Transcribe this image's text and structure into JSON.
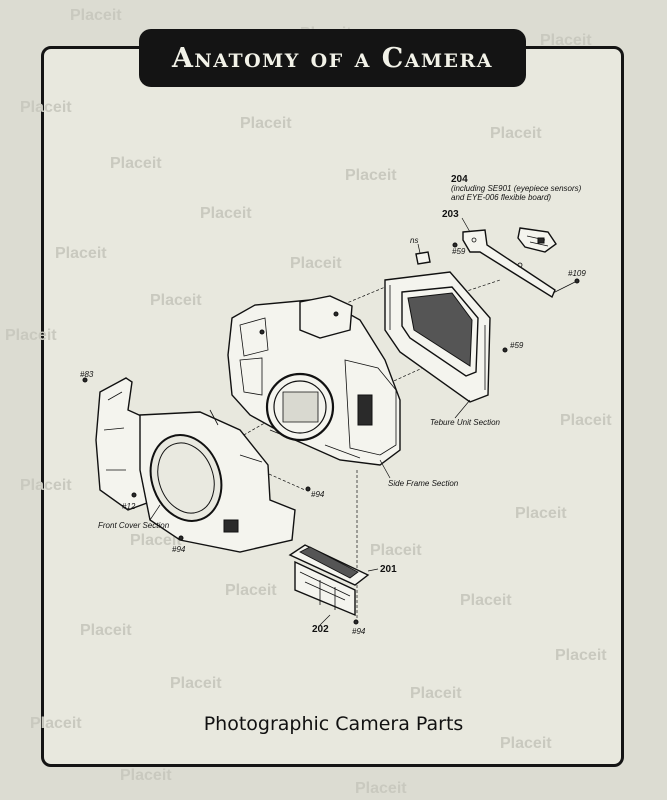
{
  "title": "Anatomy of a Camera",
  "caption": "Photographic Camera Parts",
  "watermark": "Placeit",
  "colors": {
    "background": "#dcdcd2",
    "frame": "#141414",
    "title_text": "#f2f2e8"
  },
  "labels": {
    "l204": "204",
    "l204_desc1": "(including SE901 (eyepiece sensors)",
    "l204_desc2": "and EYE-006 flexible board)",
    "l203": "203",
    "lns": "ns",
    "l59a": "#59",
    "l109": "#109",
    "l59b": "#59",
    "l83": "#83",
    "tebure": "Tebure Unit Section",
    "l12": "#12",
    "l94a": "#94",
    "side_frame": "Side Frame Section",
    "front_cover": "Front Cover Section",
    "l94b": "#94",
    "l201": "201",
    "l202": "202",
    "l94c": "#94"
  }
}
